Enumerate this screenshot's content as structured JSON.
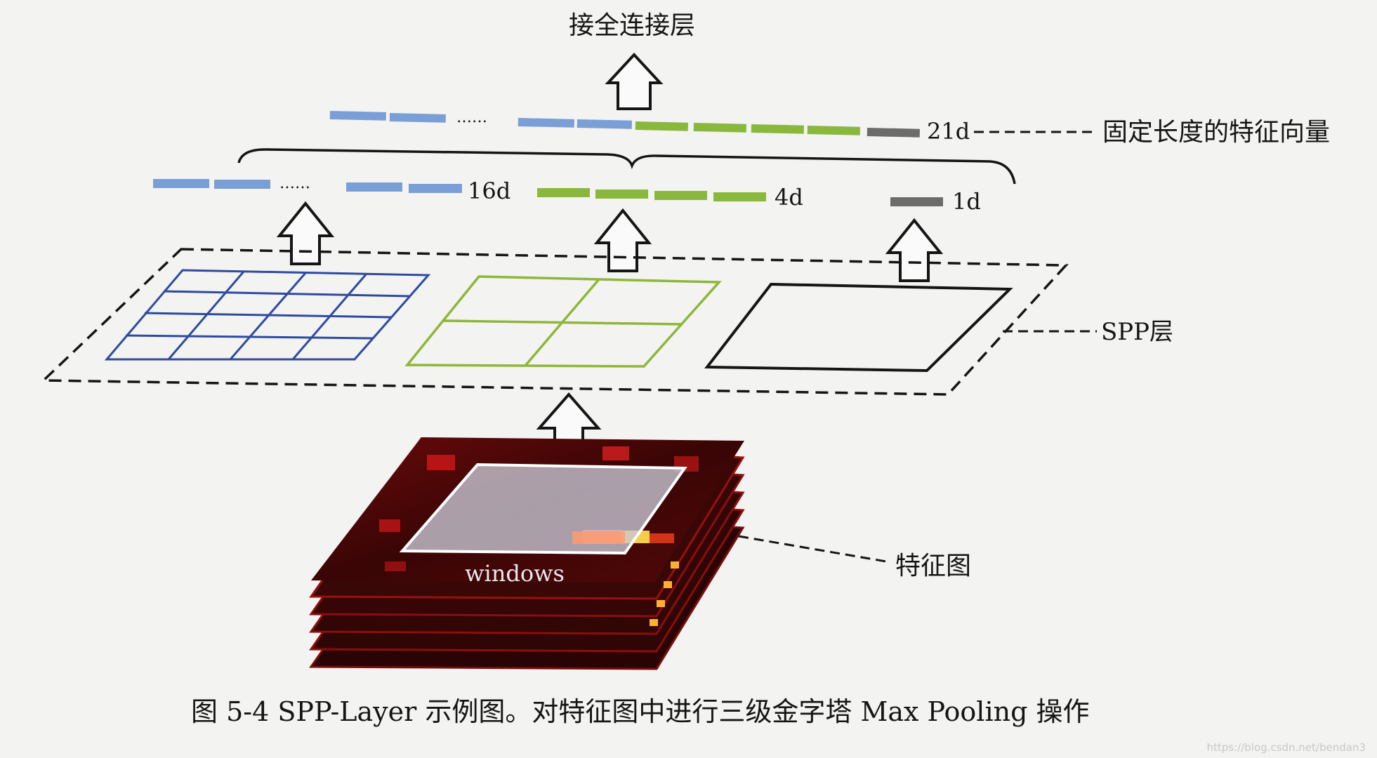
{
  "labels": {
    "fc_layer": "接全连接层",
    "fixed_vector": "固定长度的特征向量",
    "spp_layer": "SPP层",
    "feature_map": "特征图",
    "windows": "windows",
    "dots_top": "……",
    "dots_mid": "……",
    "dim_21": "21d",
    "dim_16": "16d",
    "dim_4": "4d",
    "dim_1": "1d",
    "caption": "图 5-4    SPP-Layer 示例图。对特征图中进行三级金字塔 Max Pooling 操作",
    "watermark": "https://blog.csdn.net/bendan3"
  },
  "colors": {
    "blue": "#7a9fd6",
    "green": "#8ab83e",
    "gray": "#6c6c6c",
    "grid_blue": "#2f4aa0",
    "grid_green": "#8fb63a",
    "ink": "#151515"
  },
  "pyramid": {
    "levels": [
      {
        "grid": "4x4",
        "bins": 16,
        "label": "16d"
      },
      {
        "grid": "2x2",
        "bins": 4,
        "label": "4d"
      },
      {
        "grid": "1x1",
        "bins": 1,
        "label": "1d"
      }
    ],
    "total": "21d"
  }
}
